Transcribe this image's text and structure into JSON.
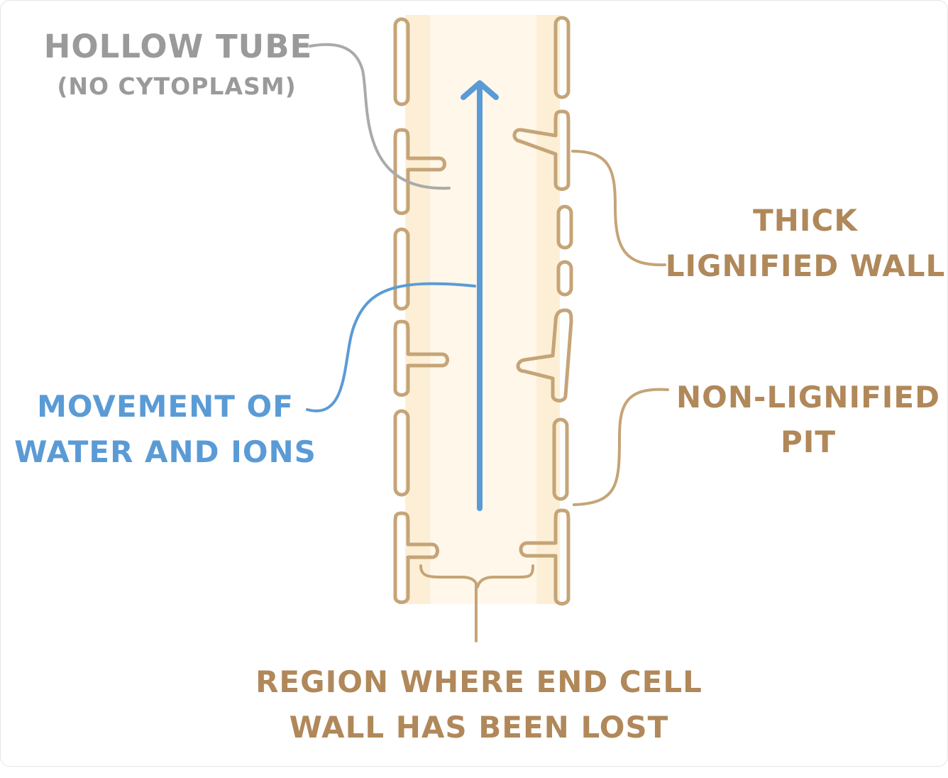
{
  "diagram": {
    "colors": {
      "wall": "#c5a477",
      "tube_fill": "#fcefd6",
      "tube_center": "#fef7ea",
      "water_arrow": "#5a9bd6",
      "hollow_label": "#9a9a9a",
      "wall_label": "#b0885a"
    },
    "labels": {
      "hollow_tube": {
        "line1": "HOLLOW TUBE",
        "line2": "(NO CYTOPLASM)"
      },
      "thick_wall": {
        "line1": "THICK",
        "line2": "LIGNIFIED WALL"
      },
      "movement": {
        "line1": "MOVEMENT OF",
        "line2": "WATER AND IONS"
      },
      "pit": {
        "line1": "NON-LIGNIFIED",
        "line2": "PIT"
      },
      "end_wall": {
        "line1": "REGION WHERE END CELL",
        "line2": "WALL HAS BEEN LOST"
      }
    }
  }
}
